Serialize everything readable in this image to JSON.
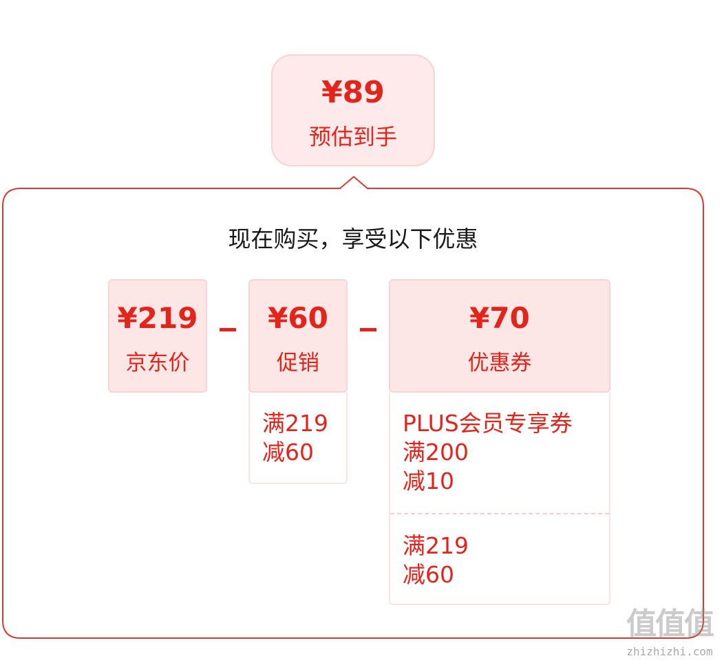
{
  "estimate": {
    "price": "¥89",
    "label": "预估到手"
  },
  "panel": {
    "title": "现在购买，享受以下优惠"
  },
  "components": [
    {
      "value": "¥219",
      "label": "京东价"
    },
    {
      "value": "¥60",
      "label": "促销"
    },
    {
      "value": "¥70",
      "label": "优惠券"
    }
  ],
  "operator": "-",
  "promotion_details": [
    {
      "line1": "满219",
      "line2": "减60"
    }
  ],
  "coupon_details": [
    {
      "line1": "PLUS会员专享券",
      "line2": "满200",
      "line3": "减10"
    },
    {
      "line1": "满219",
      "line2": "减60"
    }
  ],
  "watermark": {
    "logo": "值值值",
    "site": "zhizhizhi.com"
  },
  "colors": {
    "accent": "#e3241b",
    "card_background": "#fde6e6",
    "card_border": "#fad4d4",
    "panel_border": "#e0382e"
  }
}
